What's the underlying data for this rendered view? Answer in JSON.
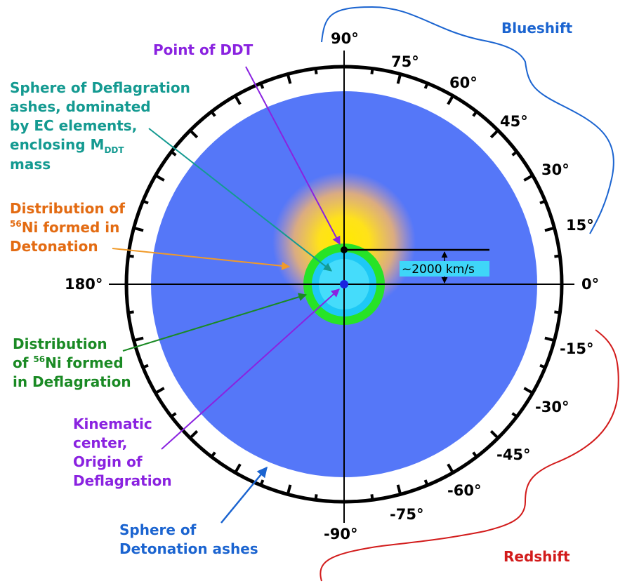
{
  "colors": {
    "detonation_sphere": "#5577f8",
    "deflagration_core": "#1ec8f5",
    "deflagration_ni_ring": "#27e327",
    "detonation_ni": "#ffd400",
    "center_dot": "#1a22e0",
    "teal": "#149a91",
    "orange": "#e36b12",
    "green": "#1a8a24",
    "purple": "#8a22e0",
    "blue": "#1b64d0",
    "red": "#d21b1b"
  },
  "angles": [
    "90°",
    "75°",
    "60°",
    "45°",
    "30°",
    "15°",
    "0°",
    "-15°",
    "-30°",
    "-45°",
    "-60°",
    "-75°",
    "-90°",
    "180°"
  ],
  "velocity_label": "~2000 km/s",
  "blueshift_label": "Blueshift",
  "redshift_label": "Redshift",
  "labels": {
    "point_ddt": "Point of DDT",
    "deflag_sphere": {
      "line1": "Sphere of Deflagration",
      "line2": "ashes, dominated",
      "line3": "by EC elements,",
      "line4_pre": "enclosing M",
      "line4_sub": "DDT",
      "line5": "mass"
    },
    "det_ni": {
      "line1": "Distribution of",
      "line2_sup": "56",
      "line2_rest": "Ni formed in",
      "line3": "Detonation"
    },
    "deflag_ni": {
      "line1": "Distribution",
      "line2_pre": "of ",
      "line2_sup": "56",
      "line2_rest": "Ni formed",
      "line3": "in Deflagration"
    },
    "kinematic": {
      "line1": "Kinematic",
      "line2": "center,",
      "line3": "Origin of",
      "line4": "Deflagration"
    },
    "det_sphere": {
      "line1": "Sphere of",
      "line2": "Detonation ashes"
    }
  }
}
